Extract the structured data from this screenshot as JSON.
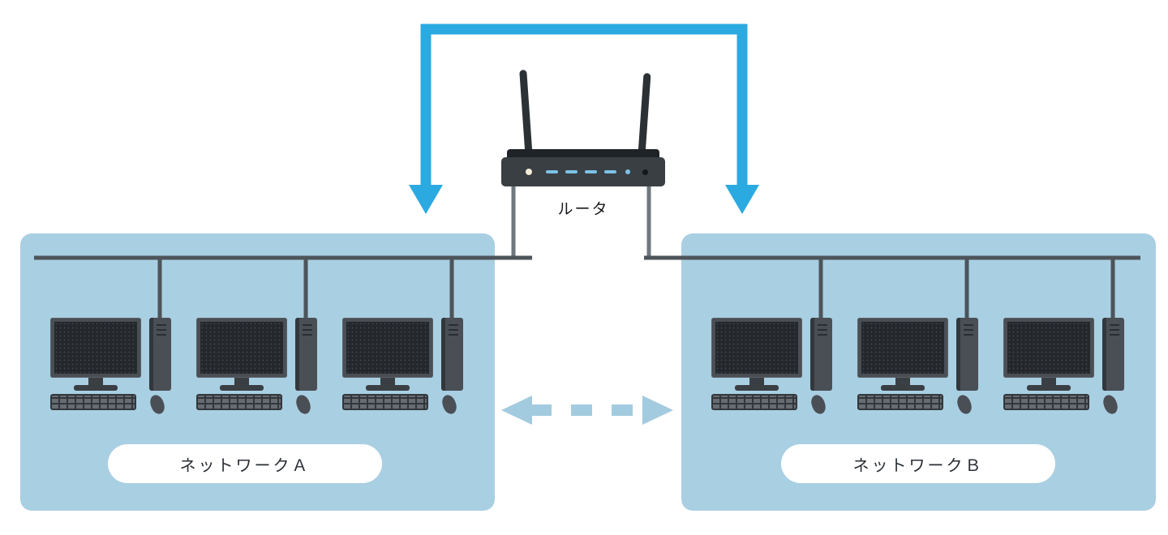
{
  "router": {
    "label": "ルータ"
  },
  "networks": [
    {
      "id": "A",
      "label": "ネットワークＡ"
    },
    {
      "id": "B",
      "label": "ネットワークＢ"
    }
  ],
  "icons": {
    "router": "wireless-router-icon",
    "workstation": "desktop-computer-icon",
    "uplink": "blue-down-arrows-icon",
    "exchange": "dashed-double-headed-arrow-icon"
  },
  "colors": {
    "arrow_blue": "#2BA9E1",
    "network_fill": "#A9CFE2",
    "inter_arrow": "#A3CBDF",
    "line_gray": "#4D555A",
    "leg_gray": "#6E787D",
    "device_gray": "#4A4F55",
    "device_dark": "#2C3135",
    "pill_fill": "#FFFFFF",
    "text_dark": "#17191C"
  }
}
